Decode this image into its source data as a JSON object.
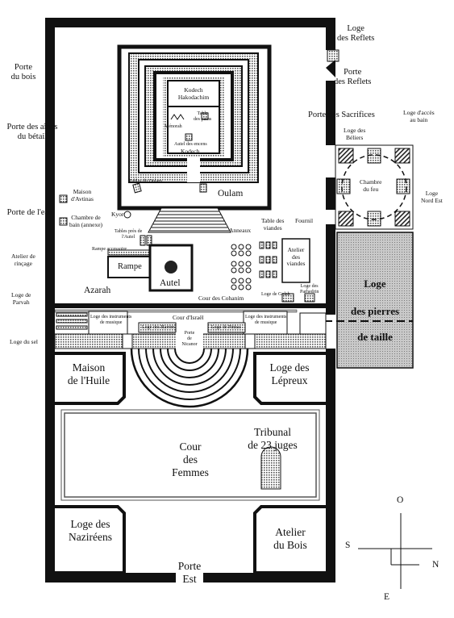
{
  "labels": {
    "loge_reflets_top": "Loge\ndes Reflets",
    "porte_reflets": "Porte\ndes Reflets",
    "porte_bois": "Porte\ndu bois",
    "porte_aines": "Porte des aînés\ndu bétail",
    "porte_eau": "Porte de l'eau",
    "porte_sacrifices": "Porte des Sacrifices",
    "loge_beliers": "Loge des\nBéliers",
    "loge_acces_bain": "Loge d'accès\nau bain",
    "chambre_feu": "Chambre\ndu feu",
    "loge_nord_est": "Loge\nNord Est",
    "fournil": "Fournil",
    "kodech_hakodachim": "Kodech\nHakodachim",
    "table_pains": "Table\ndes pains",
    "menorah": "Ménorah",
    "autel_encens": "Autel des encens",
    "kodech": "Kodech",
    "tables_oulam": "Tables du Oulam",
    "oulam": "Oulam",
    "maison_avtinas": "Maison\nd'Avtinas",
    "chambre_bain": "Chambre de\nbain (annexe)",
    "kyor": "Kyor",
    "tables_autel": "Tables près de\nl'Autel",
    "rampe_accessoire": "Rampe accessoire",
    "rampe": "Rampe",
    "autel": "Autel",
    "azarah": "Azarah",
    "anneaux": "Anneaux",
    "table_viandes": "Table des\nviandes",
    "atelier_viandes": "Atelier\ndes\nviandes",
    "loge_golah": "Loge de Golah",
    "loge_parhedrin": "Loge des\nParhedrin",
    "atelier_rincage": "Atelier de\nrinçage",
    "loge_parvah": "Loge de\nParvah",
    "loge_sel": "Loge du sel",
    "cour_cohanim": "Cour des Cohanim",
    "cour_israel": "Cour d'Israël",
    "loge_instruments_l": "Loge des instruments\nde musique",
    "loge_instruments_r": "Loge des instruments\nde musique",
    "loge_harrim": "Loge des Harrim",
    "loge_pinhas": "Loge de Pinhas",
    "porte_nicanor": "Porte\nde\nNicanor",
    "loge_pierres_1": "Loge",
    "loge_pierres_2": "des pierres",
    "loge_pierres_3": "de taille",
    "maison_huile": "Maison\nde l'Huile",
    "loge_lepreux": "Loge des\nLépreux",
    "tribunal": "Tribunal\nde 23 juges",
    "cour_femmes": "Cour\ndes\nFemmes",
    "loge_nazireens": "Loge des\nNaziréens",
    "atelier_bois": "Atelier\ndu Bois",
    "porte_est": "Porte\nEst"
  },
  "compass": {
    "north": "N",
    "south": "S",
    "east": "E",
    "west": "O"
  },
  "colors": {
    "wall": "#111111",
    "hatch": "#888888",
    "stone": "#bdbdbd",
    "court_line": "#555555"
  }
}
